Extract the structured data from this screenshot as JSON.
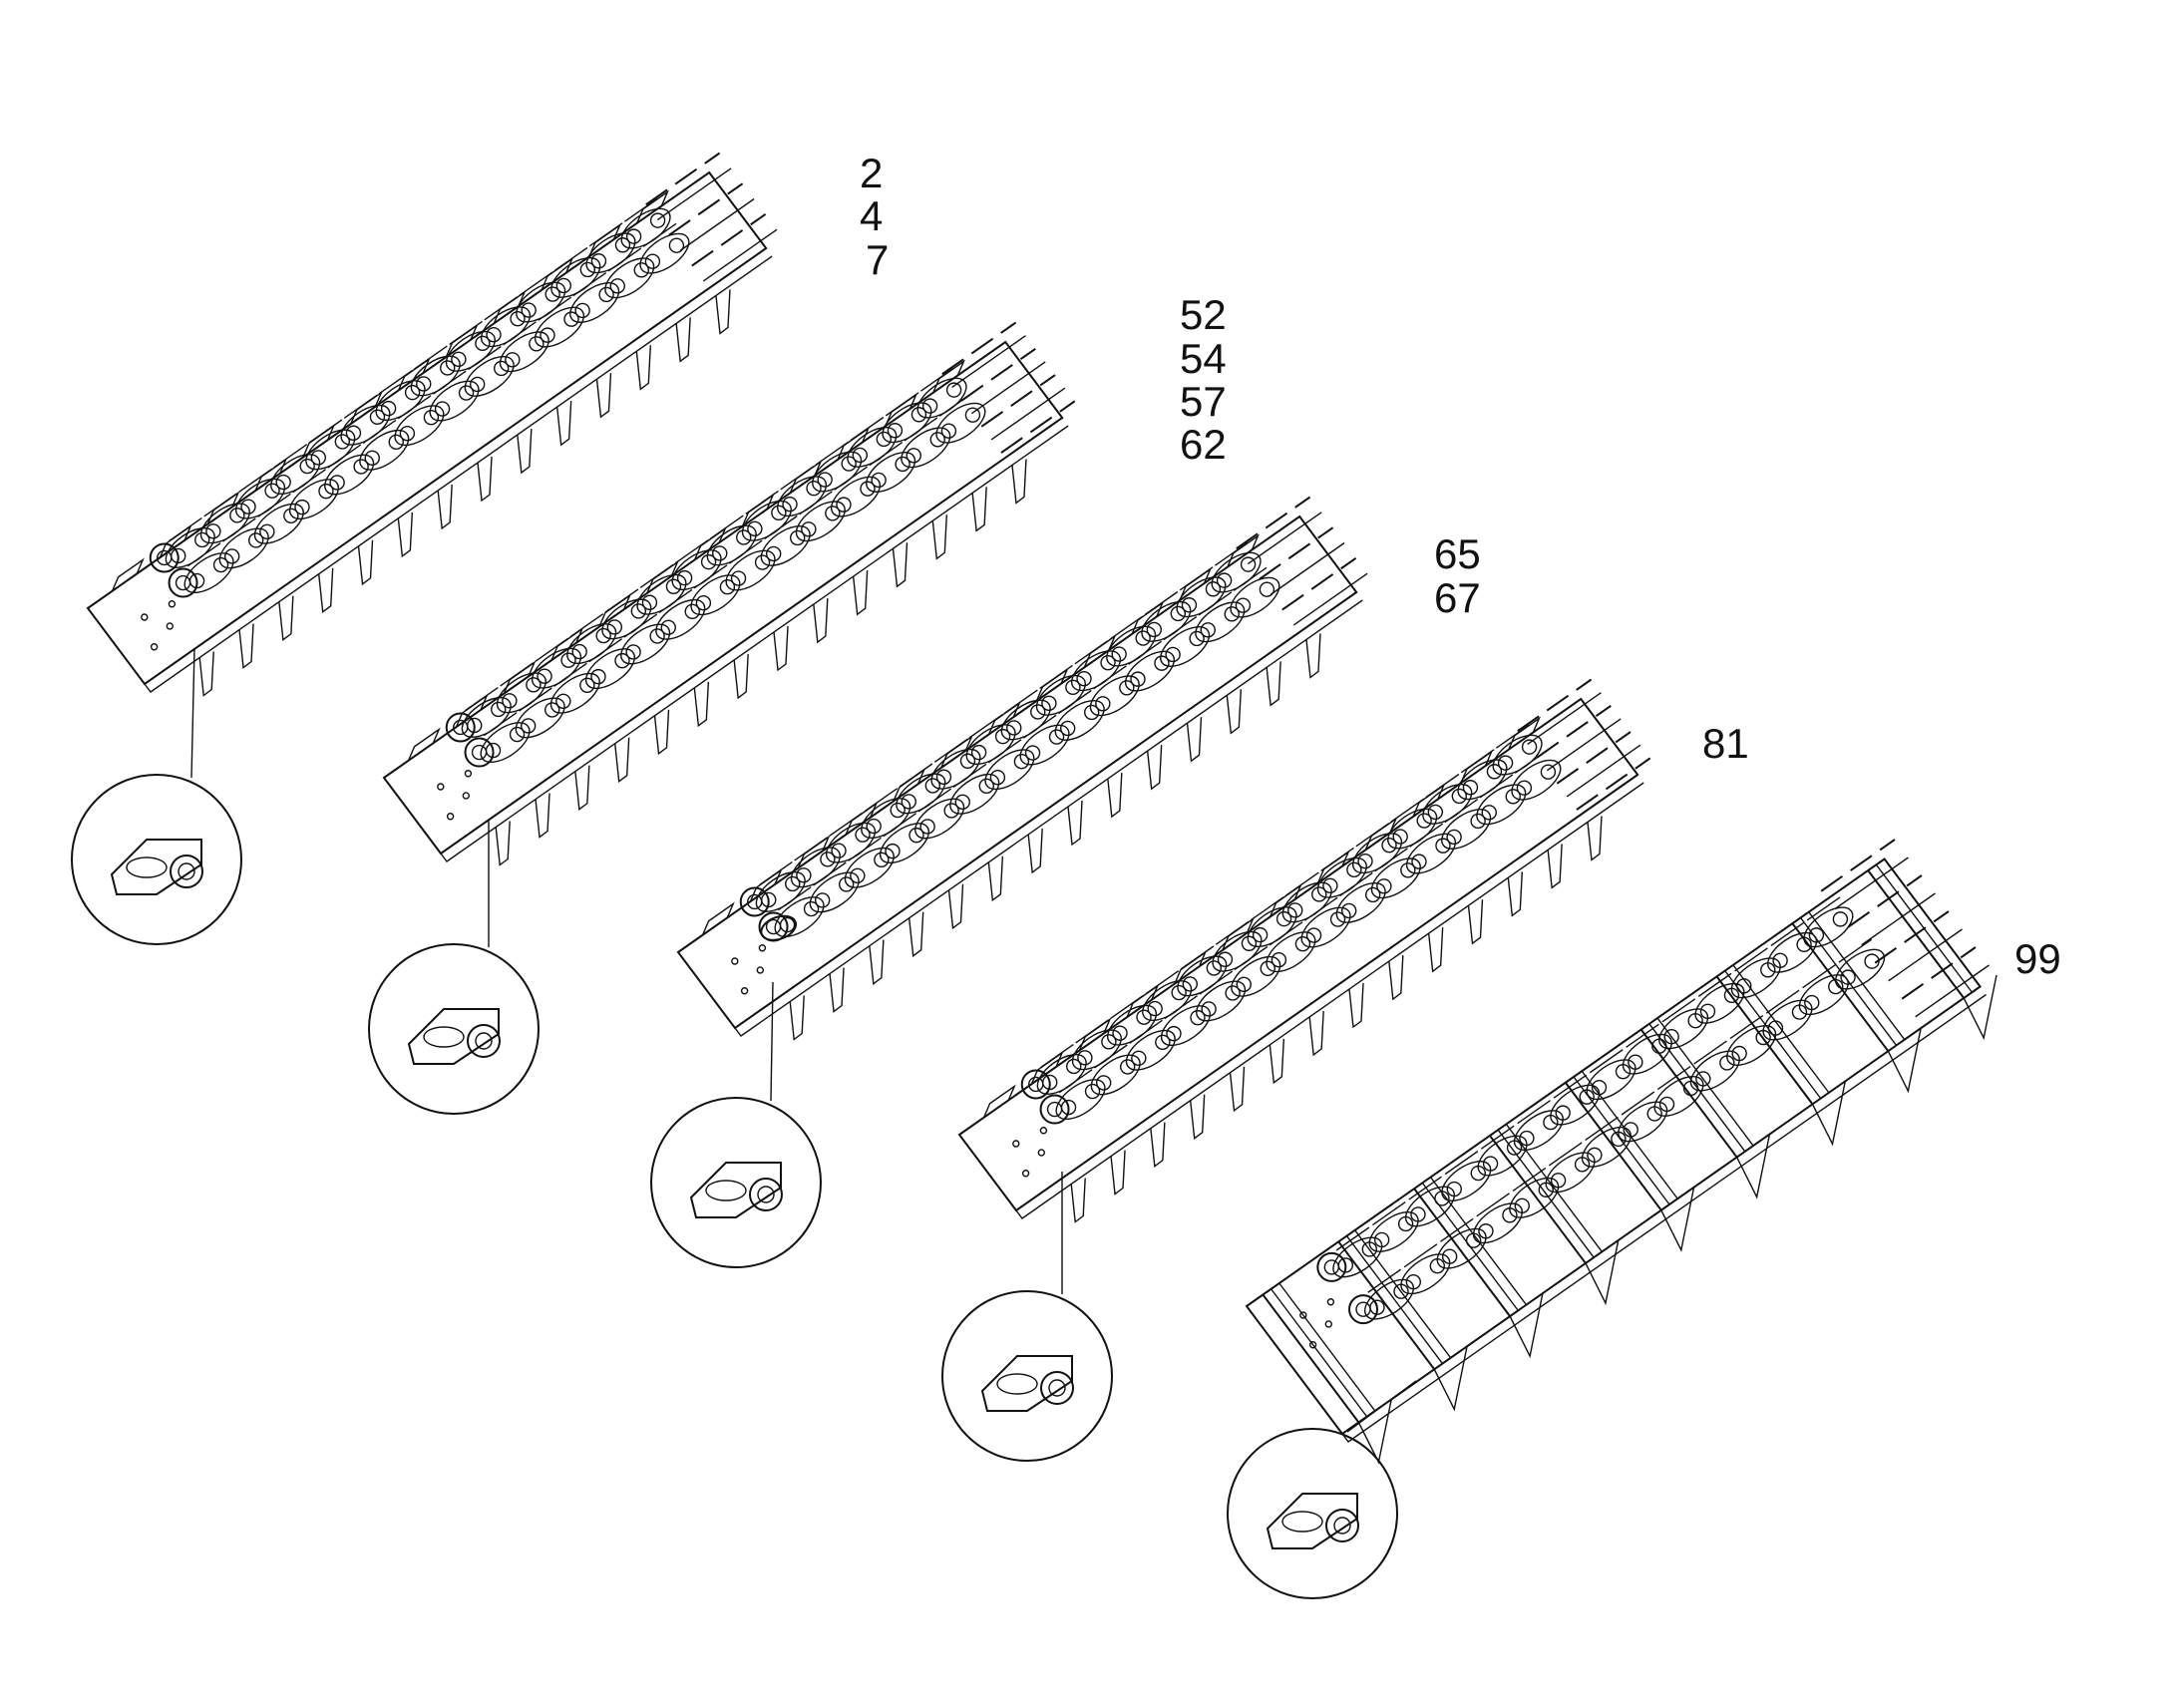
{
  "callouts": {
    "group1": [
      "2",
      "4",
      "7"
    ],
    "group2": [
      "52",
      "54",
      "57",
      "62"
    ],
    "group3": [
      "65",
      "67"
    ],
    "group4": [
      "81"
    ],
    "group5": [
      "99"
    ]
  }
}
